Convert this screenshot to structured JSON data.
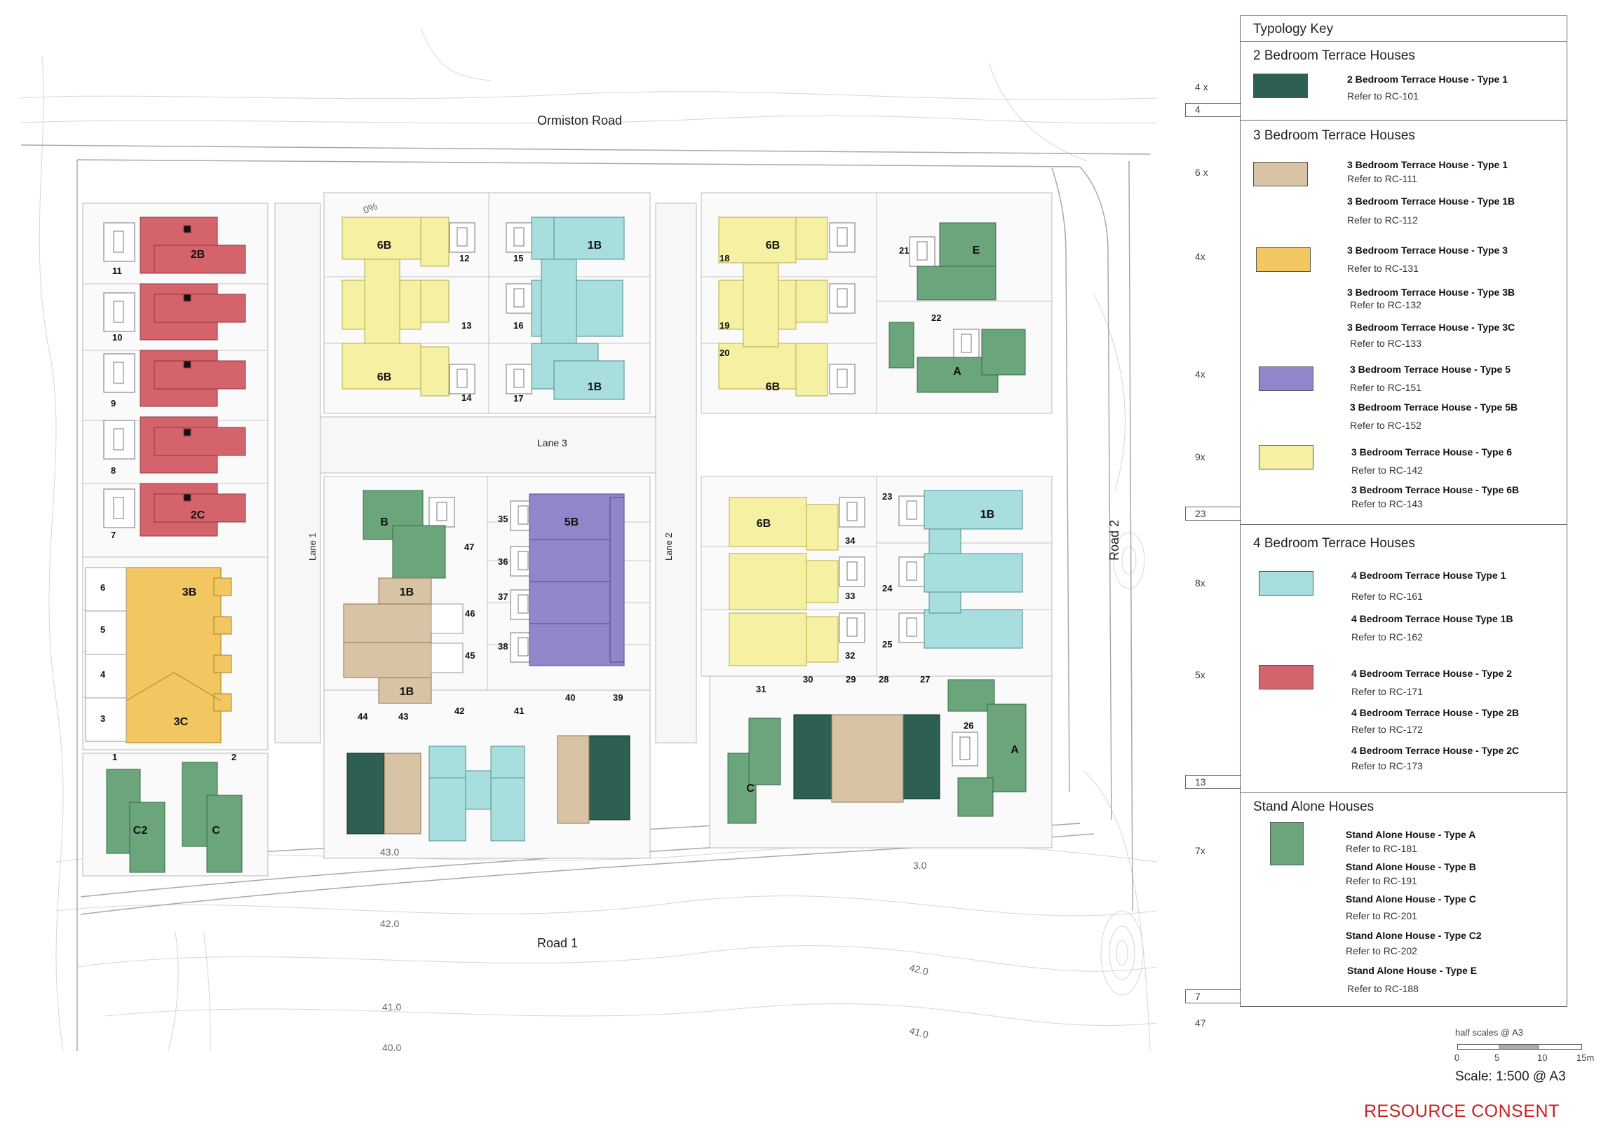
{
  "plan": {
    "roads": {
      "top": "Ormiston Road",
      "bottom": "Road 1",
      "right": "Road 2",
      "lanes": [
        "Lane 1",
        "Lane 2",
        "Lane 3"
      ]
    },
    "contours": [
      "43.0",
      "42.0",
      "42.0",
      "41.0",
      "41.0",
      "40.0",
      "3.0",
      "0%"
    ],
    "lot_numbers": [
      "1",
      "2",
      "3",
      "4",
      "5",
      "6",
      "7",
      "8",
      "9",
      "10",
      "11",
      "12",
      "13",
      "14",
      "15",
      "16",
      "17",
      "18",
      "19",
      "20",
      "21",
      "22",
      "23",
      "24",
      "25",
      "26",
      "27",
      "28",
      "29",
      "30",
      "31",
      "32",
      "33",
      "34",
      "35",
      "36",
      "37",
      "38",
      "39",
      "40",
      "41",
      "42",
      "43",
      "44",
      "45",
      "46",
      "47"
    ],
    "type_labels": [
      "2B",
      "2C",
      "3B",
      "3C",
      "6B",
      "6B",
      "1B",
      "1B",
      "6B",
      "6B",
      "E",
      "A",
      "B",
      "1B",
      "1B",
      "5B",
      "6B",
      "1B",
      "C",
      "C2",
      "C",
      "A"
    ],
    "colors": {
      "type2bed": "#2d5f55",
      "type3_1": "#d8c3a4",
      "type3_3": "#f2c660",
      "type3_5": "#8f87c9",
      "type3_6": "#f5f0a2",
      "type4_1": "#a9dede",
      "type4_2": "#d4636b",
      "standalone": "#6aa57b"
    }
  },
  "key": {
    "title": "Typology Key",
    "sections": [
      {
        "heading": "2 Bedroom Terrace Houses",
        "total": "4",
        "groups": [
          {
            "count": "4 x",
            "color": "#2d5f55",
            "items": [
              {
                "name": "2 Bedroom Terrace House - Type 1",
                "ref": "Refer to RC-101"
              }
            ]
          }
        ]
      },
      {
        "heading": "3 Bedroom Terrace Houses",
        "total": "23",
        "groups": [
          {
            "count": "6 x",
            "color": "#d8c3a4",
            "items": [
              {
                "name": "3 Bedroom Terrace House - Type 1",
                "ref": "Refer to RC-111"
              },
              {
                "name": "3 Bedroom Terrace House - Type 1B",
                "ref": "Refer to RC-112"
              }
            ]
          },
          {
            "count": "4x",
            "color": "#f2c660",
            "items": [
              {
                "name": "3 Bedroom Terrace House - Type 3",
                "ref": "Refer to RC-131"
              },
              {
                "name": "3 Bedroom Terrace House - Type 3B",
                "ref": "Refer to RC-132"
              },
              {
                "name": "3 Bedroom Terrace House - Type 3C",
                "ref": "Refer to RC-133"
              }
            ]
          },
          {
            "count": "4x",
            "color": "#8f87c9",
            "items": [
              {
                "name": "3 Bedroom Terrace House - Type 5",
                "ref": "Refer to RC-151"
              },
              {
                "name": "3 Bedroom Terrace House - Type 5B",
                "ref": "Refer to RC-152"
              }
            ]
          },
          {
            "count": "9x",
            "color": "#f5f0a2",
            "items": [
              {
                "name": "3 Bedroom Terrace House - Type 6",
                "ref": "Refer to RC-142"
              },
              {
                "name": "3 Bedroom Terrace House - Type 6B",
                "ref": "Refer to RC-143"
              }
            ]
          }
        ]
      },
      {
        "heading": "4 Bedroom Terrace Houses",
        "total": "13",
        "groups": [
          {
            "count": "8x",
            "color": "#a9dede",
            "items": [
              {
                "name": "4 Bedroom Terrace House Type 1",
                "ref": "Refer to RC-161"
              },
              {
                "name": "4 Bedroom Terrace House Type 1B",
                "ref": "Refer to RC-162"
              }
            ]
          },
          {
            "count": "5x",
            "color": "#d4636b",
            "items": [
              {
                "name": "4 Bedroom Terrace House - Type 2",
                "ref": "Refer to RC-171"
              },
              {
                "name": "4 Bedroom Terrace House - Type 2B",
                "ref": "Refer to RC-172"
              },
              {
                "name": "4 Bedroom Terrace House - Type 2C",
                "ref": "Refer to RC-173"
              }
            ]
          }
        ]
      },
      {
        "heading": "Stand Alone Houses",
        "total": "7",
        "groups": [
          {
            "count": "7x",
            "color": "#6aa57b",
            "items": [
              {
                "name": "Stand Alone House - Type A",
                "ref": "Refer to RC-181"
              },
              {
                "name": "Stand Alone House - Type B",
                "ref": "Refer to RC-191"
              },
              {
                "name": "Stand Alone House - Type C",
                "ref": "Refer to RC-201"
              },
              {
                "name": "Stand Alone House - Type C2",
                "ref": "Refer to RC-202"
              },
              {
                "name": "Stand Alone House - Type E",
                "ref": "Refer to RC-188"
              }
            ]
          }
        ]
      }
    ],
    "grand_total": "47"
  },
  "scale": {
    "note": "half scales @ A3",
    "ticks": [
      "0",
      "5",
      "10",
      "15m"
    ],
    "label": "Scale: 1:500 @ A3"
  },
  "stamp": "RESOURCE CONSENT"
}
